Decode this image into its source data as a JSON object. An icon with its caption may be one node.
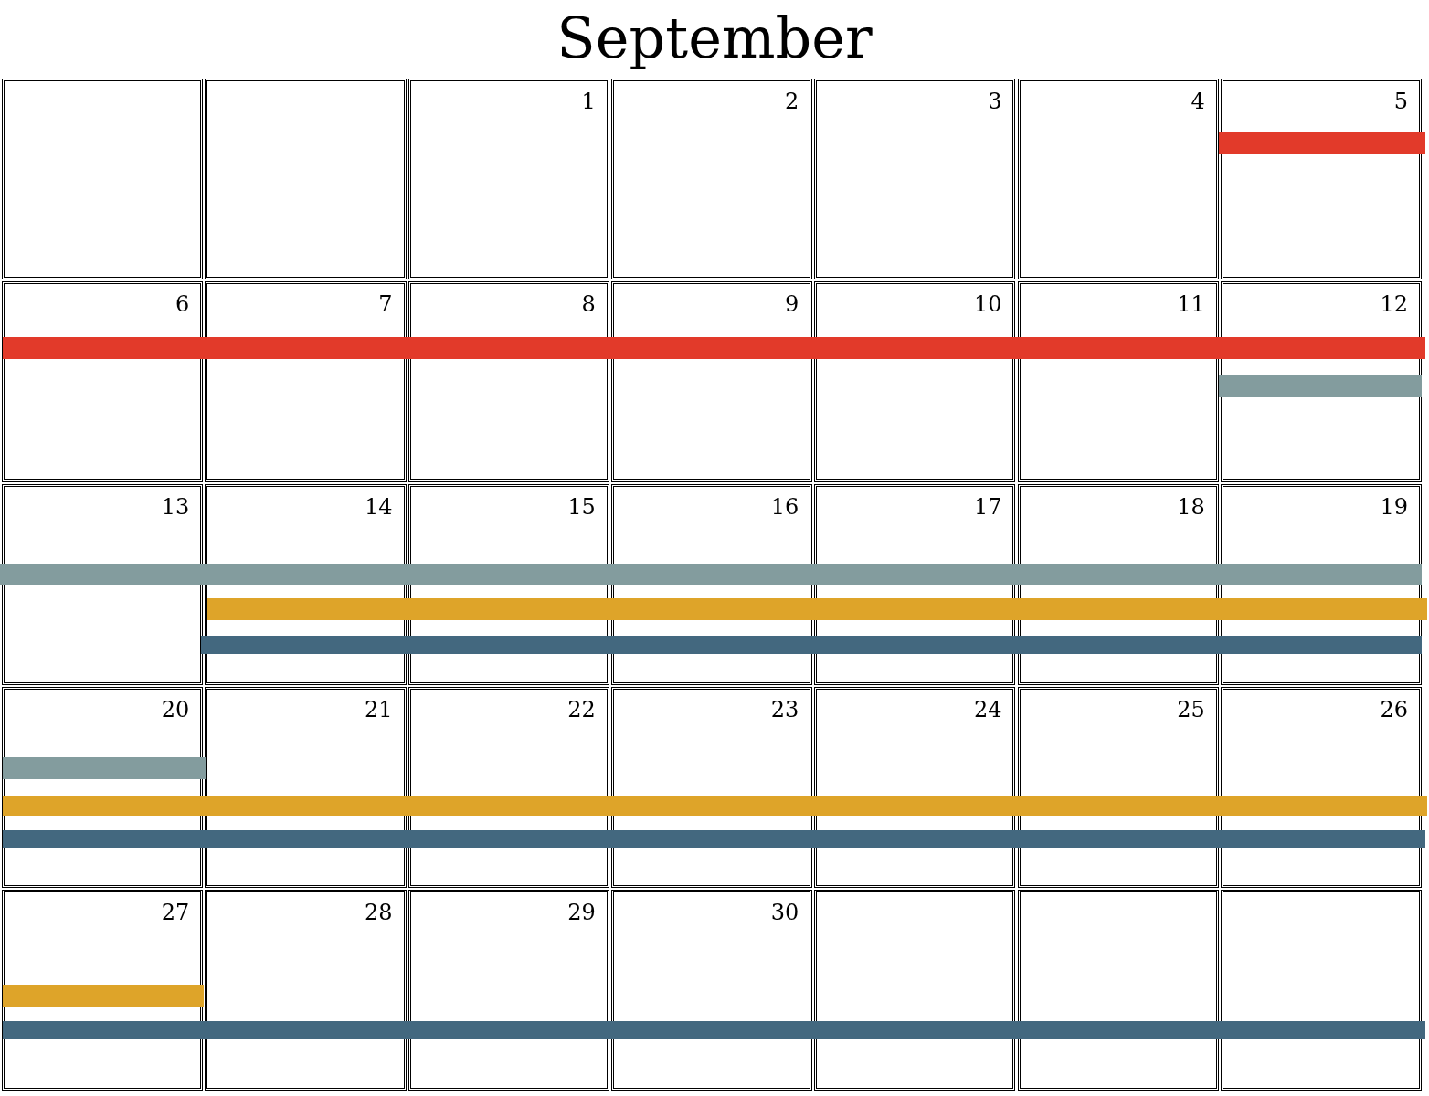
{
  "diagram": {
    "title": "September",
    "nodes": [
      {
        "text": [],
        "shape": "bar"
      },
      {
        "text": [],
        "shape": "bar"
      },
      {
        "text": [],
        "shape": "bar"
      },
      {
        "text": [],
        "shape": "bar"
      },
      {
        "text": [],
        "shape": "bar"
      },
      {
        "text": [],
        "shape": "bar"
      },
      {
        "text": [],
        "shape": "bar"
      },
      {
        "text": [],
        "shape": "bar"
      },
      {
        "text": [],
        "shape": "bar"
      },
      {
        "text": [],
        "shape": "bar"
      },
      {
        "text": [],
        "shape": "bar"
      }
    ],
    "labels": [
      "1",
      "2",
      "3",
      "4",
      "5",
      "6",
      "7",
      "8",
      "9",
      "10",
      "11",
      "12",
      "13",
      "14",
      "15",
      "16",
      "17",
      "18",
      "19",
      "20",
      "21",
      "22",
      "23",
      "24",
      "25",
      "26",
      "27",
      "28",
      "29",
      "30"
    ]
  }
}
